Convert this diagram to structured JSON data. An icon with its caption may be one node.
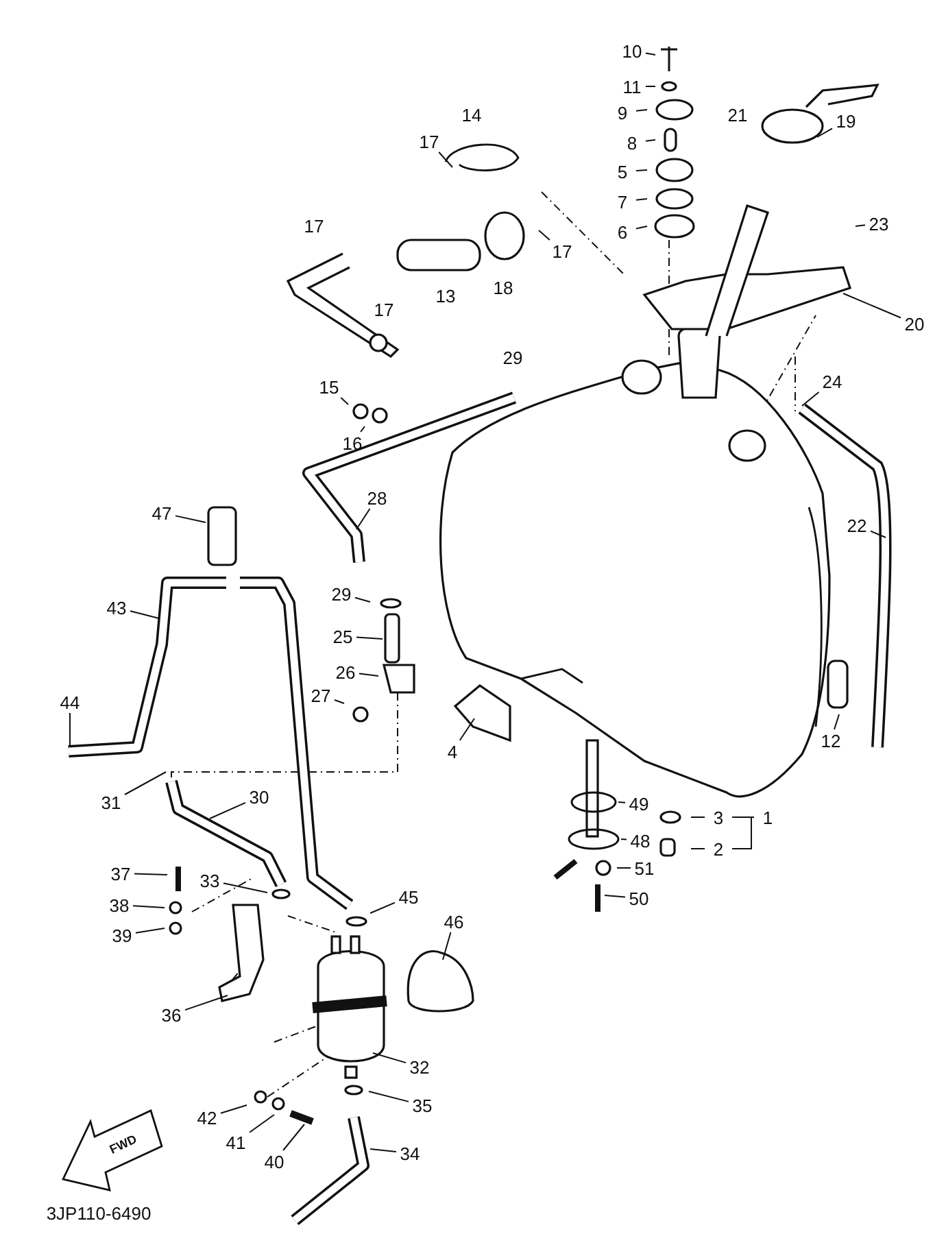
{
  "diagram": {
    "nodes": [
      {
        "text": [
          "10"
        ]
      },
      {
        "text": [
          "11"
        ]
      },
      {
        "text": [
          "9"
        ]
      },
      {
        "text": [
          "8"
        ]
      },
      {
        "text": [
          "5"
        ]
      },
      {
        "text": [
          "7"
        ]
      },
      {
        "text": [
          "6"
        ]
      },
      {
        "text": [
          "17"
        ]
      },
      {
        "text": [
          "17"
        ]
      },
      {
        "text": [
          "15"
        ]
      },
      {
        "text": [
          "16"
        ]
      },
      {
        "text": [
          "19"
        ]
      },
      {
        "text": [
          "23"
        ]
      },
      {
        "text": [
          "20"
        ]
      },
      {
        "text": [
          "24"
        ]
      },
      {
        "text": [
          "22"
        ]
      },
      {
        "text": [
          "28"
        ]
      },
      {
        "text": [
          "47"
        ]
      },
      {
        "text": [
          "29"
        ]
      },
      {
        "text": [
          "25"
        ]
      },
      {
        "text": [
          "26"
        ]
      },
      {
        "text": [
          "27"
        ]
      },
      {
        "text": [
          "43"
        ]
      },
      {
        "text": [
          "44"
        ]
      },
      {
        "text": [
          "4"
        ]
      },
      {
        "text": [
          "12"
        ]
      },
      {
        "text": [
          "31"
        ]
      },
      {
        "text": [
          "30"
        ]
      },
      {
        "text": [
          "49"
        ]
      },
      {
        "text": [
          "3"
        ]
      },
      {
        "text": [
          "1"
        ]
      },
      {
        "text": [
          "48"
        ]
      },
      {
        "text": [
          "2"
        ]
      },
      {
        "text": [
          "51"
        ]
      },
      {
        "text": [
          "50"
        ]
      },
      {
        "text": [
          "37"
        ]
      },
      {
        "text": [
          "33"
        ]
      },
      {
        "text": [
          "38"
        ]
      },
      {
        "text": [
          "39"
        ]
      },
      {
        "text": [
          "45"
        ]
      },
      {
        "text": [
          "46"
        ]
      },
      {
        "text": [
          "36"
        ]
      },
      {
        "text": [
          "32"
        ]
      },
      {
        "text": [
          "35"
        ]
      },
      {
        "text": [
          "42"
        ]
      },
      {
        "text": [
          "41"
        ]
      },
      {
        "text": [
          "40"
        ]
      },
      {
        "text": [
          "34"
        ]
      }
    ],
    "edges": [
      {
        "from": 0,
        "to": null,
        "arrow": "none"
      },
      {
        "from": 1,
        "to": null,
        "arrow": "none"
      },
      {
        "from": 2,
        "to": null,
        "arrow": "none"
      },
      {
        "from": 3,
        "to": null,
        "arrow": "none"
      },
      {
        "from": 4,
        "to": null,
        "arrow": "none"
      },
      {
        "from": 5,
        "to": null,
        "arrow": "none"
      },
      {
        "from": 6,
        "to": null,
        "arrow": "none"
      },
      {
        "from": 7,
        "to": null,
        "arrow": "none"
      },
      {
        "from": 8,
        "to": null,
        "arrow": "none"
      },
      {
        "from": 9,
        "to": null,
        "arrow": "none"
      },
      {
        "from": 10,
        "to": null,
        "arrow": "none"
      },
      {
        "from": 11,
        "to": null,
        "arrow": "none"
      },
      {
        "from": 12,
        "to": null,
        "arrow": "none"
      },
      {
        "from": 13,
        "to": null,
        "arrow": "none"
      },
      {
        "from": 14,
        "to": null,
        "arrow": "none"
      },
      {
        "from": 15,
        "to": null,
        "arrow": "none"
      },
      {
        "from": 16,
        "to": null,
        "arrow": "none"
      },
      {
        "from": 17,
        "to": null,
        "arrow": "none"
      },
      {
        "from": 18,
        "to": null,
        "arrow": "none"
      },
      {
        "from": 19,
        "to": null,
        "arrow": "none"
      },
      {
        "from": 20,
        "to": null,
        "arrow": "none"
      },
      {
        "from": 21,
        "to": null,
        "arrow": "none"
      },
      {
        "from": 22,
        "to": null,
        "arrow": "none"
      },
      {
        "from": 23,
        "to": null,
        "arrow": "none"
      },
      {
        "from": 24,
        "to": null,
        "arrow": "none"
      },
      {
        "from": 25,
        "to": null,
        "arrow": "none"
      },
      {
        "from": 26,
        "to": null,
        "arrow": "none"
      },
      {
        "from": 27,
        "to": null,
        "arrow": "none"
      },
      {
        "from": 28,
        "to": null,
        "arrow": "none"
      },
      {
        "from": 29,
        "to": null,
        "arrow": "none"
      },
      {
        "from": 31,
        "to": null,
        "arrow": "none"
      },
      {
        "from": 32,
        "to": null,
        "arrow": "none"
      },
      {
        "from": 33,
        "to": null,
        "arrow": "none"
      },
      {
        "from": 34,
        "to": null,
        "arrow": "none"
      },
      {
        "from": 35,
        "to": null,
        "arrow": "none"
      },
      {
        "from": 36,
        "to": null,
        "arrow": "none"
      },
      {
        "from": 37,
        "to": null,
        "arrow": "none"
      },
      {
        "from": 38,
        "to": null,
        "arrow": "none"
      },
      {
        "from": 39,
        "to": null,
        "arrow": "none"
      },
      {
        "from": 40,
        "to": null,
        "arrow": "none"
      },
      {
        "from": 41,
        "to": null,
        "arrow": "none"
      },
      {
        "from": 42,
        "to": null,
        "arrow": "none"
      },
      {
        "from": 43,
        "to": null,
        "arrow": "none"
      },
      {
        "from": 44,
        "to": null,
        "arrow": "none"
      },
      {
        "from": 45,
        "to": null,
        "arrow": "none"
      },
      {
        "from": 46,
        "to": null,
        "arrow": "none"
      },
      {
        "from": 47,
        "to": null,
        "arrow": "none"
      },
      {
        "from": 30,
        "to": 29,
        "arrow": "none"
      },
      {
        "from": 30,
        "to": 32,
        "arrow": "none"
      }
    ],
    "labels": [
      "14",
      "21",
      "17",
      "13",
      "18",
      "17",
      "29",
      "FWD",
      "3JP110-6490"
    ]
  }
}
